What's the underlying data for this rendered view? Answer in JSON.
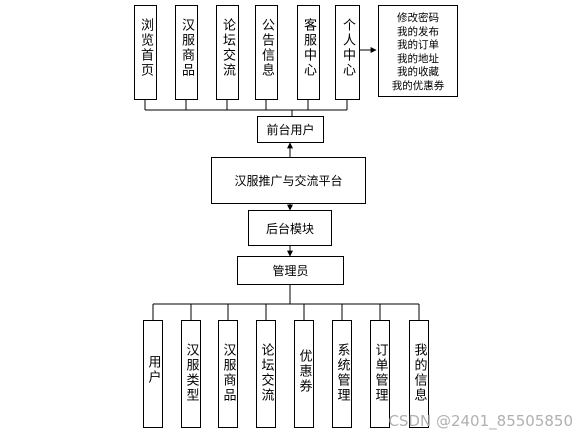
{
  "top_modules": [
    "浏览首页",
    "汉服商品",
    "论坛交流",
    "公告信息",
    "客服中心",
    "个人中心"
  ],
  "personal_center_items": [
    "修改密码",
    "我的发布",
    "我的订单",
    "我的地址",
    "我的收藏",
    "我的优惠券"
  ],
  "front_user": "前台用户",
  "platform": "汉服推广与交流平台",
  "backend": "后台模块",
  "admin": "管理员",
  "bottom_modules": [
    "用户",
    "汉服类型",
    "汉服商品",
    "论坛交流",
    "优惠券",
    "系统管理",
    "订单管理",
    "我的信息"
  ],
  "watermark": "CSDN @2401_85505850"
}
